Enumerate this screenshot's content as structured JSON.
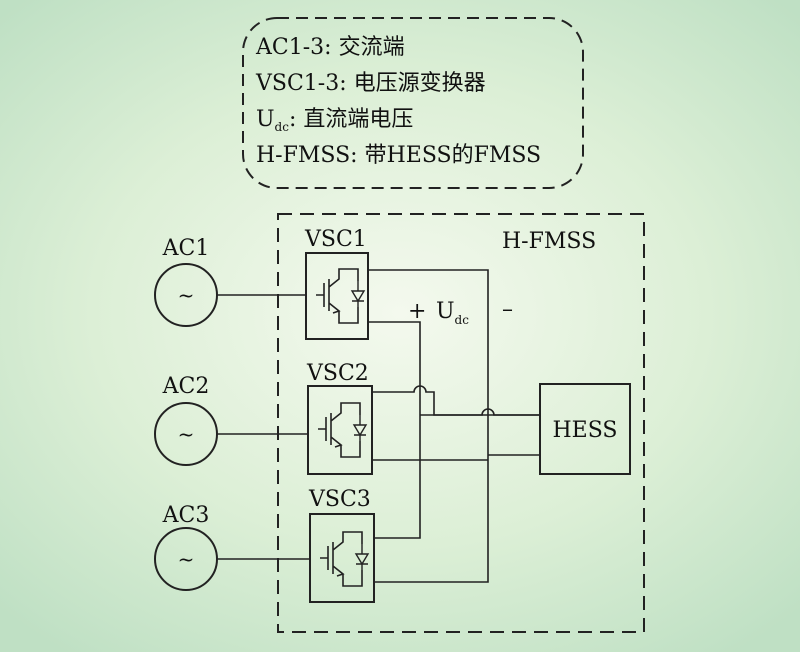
{
  "legend": {
    "lines": [
      {
        "label": "AC1-3:",
        "desc": "交流端"
      },
      {
        "label": "VSC1-3:",
        "desc": "电压源变换器"
      },
      {
        "label": "U",
        "sub": "dc",
        "desc": ": 直流端电压"
      },
      {
        "label": "H-FMSS:",
        "desc": "带HESS的FMSS"
      }
    ]
  },
  "region": {
    "label": "H-FMSS"
  },
  "ac_sources": [
    {
      "label": "AC1",
      "symbol": "~"
    },
    {
      "label": "AC2",
      "symbol": "~"
    },
    {
      "label": "AC3",
      "symbol": "~"
    }
  ],
  "converters": [
    {
      "label": "VSC1"
    },
    {
      "label": "VSC2"
    },
    {
      "label": "VSC3"
    }
  ],
  "dc_bus": {
    "plus": "+",
    "u_main": "U",
    "u_sub": "dc",
    "minus": "–"
  },
  "storage": {
    "label": "HESS"
  }
}
